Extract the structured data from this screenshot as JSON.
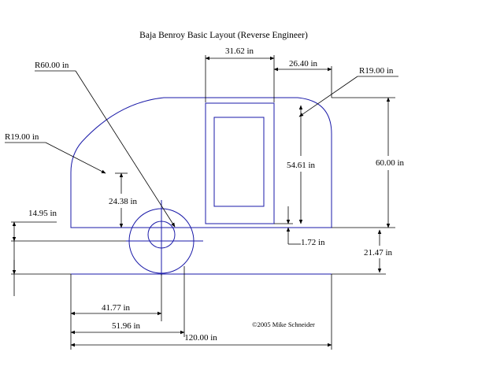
{
  "title": "Baja Benroy Basic Layout (Reverse Engineer)",
  "copyright": "©2005 Mike Schneider",
  "colors": {
    "outline": "#1a1aa8",
    "dimension": "#000000",
    "background": "#ffffff"
  },
  "dimensions": {
    "door_width": "31.62 in",
    "rear_offset": "26.40 in",
    "roof_radius": "R60.00 in",
    "rear_radius": "R19.00 in",
    "front_radius": "R19.00 in",
    "door_height": "54.61 in",
    "overall_height": "60.00 in",
    "front_curve_height": "24.38 in",
    "axle_height": "14.95 in",
    "door_sill": "1.72 in",
    "ground_clearance": "21.47 in",
    "axle_offset": "41.77 in",
    "wheel_rear_edge": "51.96 in",
    "overall_length": "120.00 in"
  }
}
